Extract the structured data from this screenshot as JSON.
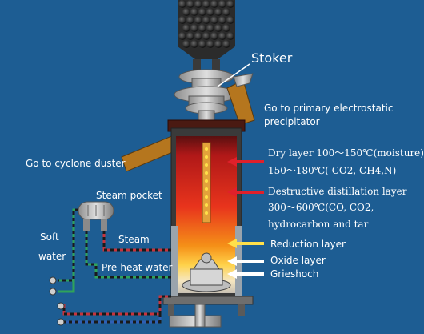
{
  "labels": {
    "stoker": "Stoker",
    "primary_line1": "Go to primary electrostatic",
    "primary_line2": "precipitator",
    "cyclone": "Go to cyclone duster",
    "dry_layer": "Dry layer 100～150℃(moisture)",
    "dry_layer_sub": "150～180℃( CO2, CH4,N)",
    "distill_line1": "Destructive distillation layer",
    "distill_line2": "300～600℃(CO, CO2,",
    "distill_line3": "hydrocarbon and tar",
    "reduction": "Reduction layer",
    "oxide": "Oxide layer",
    "grieshoch": "Grieshoch",
    "steam_pocket": "Steam pocket",
    "soft": "Soft",
    "water": "water",
    "steam": "Steam",
    "preheat": "Pre-heat water"
  },
  "colors": {
    "background": "#1d5d93",
    "arrow_red": "#e0202a",
    "arrow_yellow": "#ffe04a",
    "arrow_white": "#ffffff",
    "pipe_red": "#c8323a",
    "pipe_green": "#2fa35a"
  }
}
